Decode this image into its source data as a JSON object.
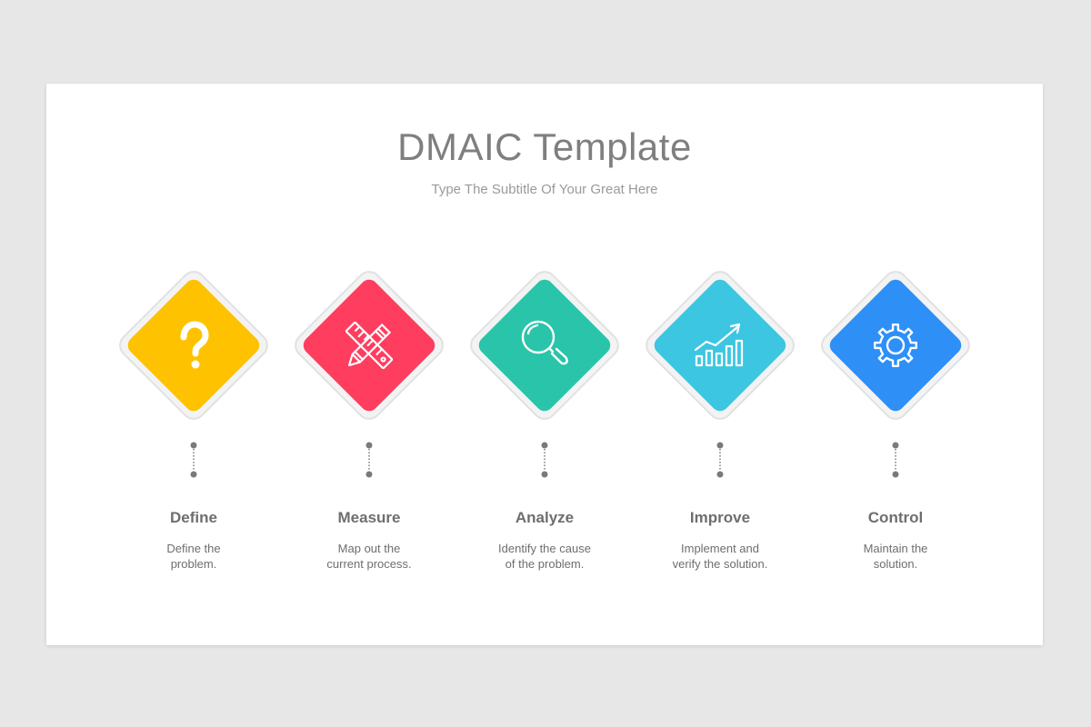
{
  "title": "DMAIC Template",
  "subtitle": "Type The Subtitle Of Your Great Here",
  "steps": [
    {
      "label": "Define",
      "desc_line1": "Define the",
      "desc_line2": "problem.",
      "color": "#fec200",
      "icon": "question-mark-icon"
    },
    {
      "label": "Measure",
      "desc_line1": "Map out the",
      "desc_line2": "current process.",
      "color": "#ff3d5f",
      "icon": "pencil-ruler-icon"
    },
    {
      "label": "Analyze",
      "desc_line1": "Identify the cause",
      "desc_line2": "of the problem.",
      "color": "#29c4a9",
      "icon": "magnifier-icon"
    },
    {
      "label": "Improve",
      "desc_line1": "Implement and",
      "desc_line2": "verify the solution.",
      "color": "#3cc6e1",
      "icon": "growth-chart-icon"
    },
    {
      "label": "Control",
      "desc_line1": "Maintain the",
      "desc_line2": "solution.",
      "color": "#2e8ff7",
      "icon": "gear-icon"
    }
  ]
}
